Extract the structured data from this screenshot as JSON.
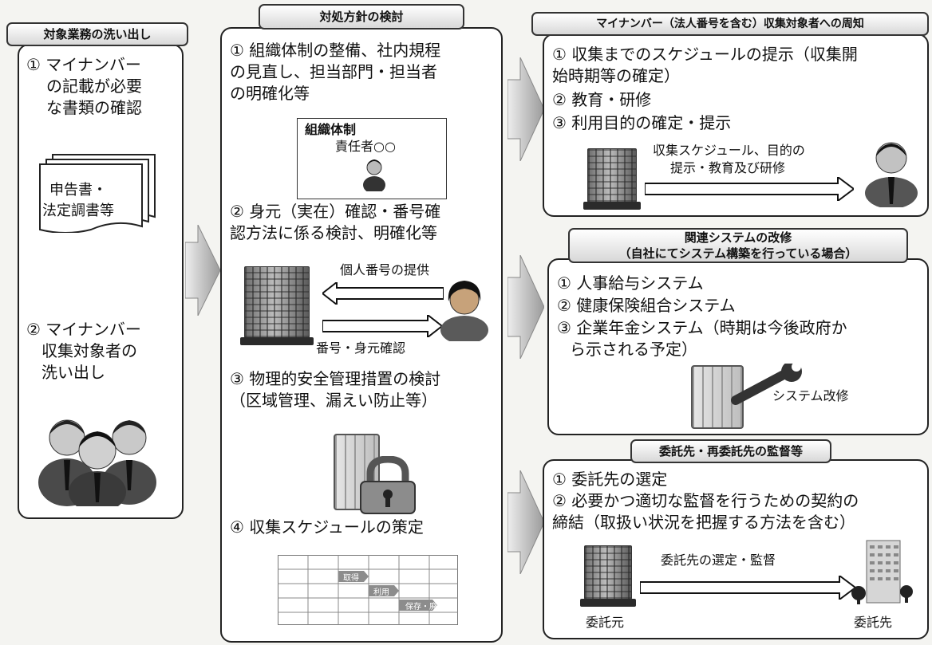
{
  "left": {
    "header": "対象業務の洗い出し",
    "item1": [
      "① マイナンバー",
      "の記載が必要",
      "な書類の確認"
    ],
    "doc_text": [
      "申告書・",
      "法定調書等"
    ],
    "item2": [
      "② マイナンバー",
      "収集対象者の",
      "洗い出し"
    ]
  },
  "middle": {
    "header": "対処方針の検討",
    "item1": [
      "① 組織体制の整備、社内規程",
      "の見直し、担当部門・担当者",
      "の明確化等"
    ],
    "org_title": "組織体制",
    "org_person": "責任者○○",
    "item2": [
      "② 身元（実在）確認・番号確",
      "認方法に係る検討、明確化等"
    ],
    "arrow_top_label": "個人番号の提供",
    "arrow_bottom_label": "番号・身元確認",
    "item3": [
      "③ 物理的安全管理措置の検討",
      "（区域管理、漏えい防止等）"
    ],
    "item4": "④ 収集スケジュールの策定",
    "schedule_labels": [
      "取得",
      "利用",
      "保存・廃棄"
    ]
  },
  "right_top": {
    "header": "マイナンバー（法人番号を含む）収集対象者への周知",
    "item1": [
      "① 収集までのスケジュールの提示（収集開",
      "始時期等の確定）"
    ],
    "item2": "② 教育・研修",
    "item3": "③ 利用目的の確定・提示",
    "arrow_label": [
      "収集スケジュール、目的の",
      "提示・教育及び研修"
    ]
  },
  "right_mid": {
    "header": [
      "関連システムの改修",
      "（自社にてシステム構築を行っている場合）"
    ],
    "item1": "① 人事給与システム",
    "item2": "② 健康保険組合システム",
    "item3": [
      "③ 企業年金システム（時期は今後政府か",
      "ら示される予定）"
    ],
    "system_label": "システム改修"
  },
  "right_bottom": {
    "header": "委託先・再委託先の監督等",
    "item1": "① 委託先の選定",
    "item2": [
      "② 必要かつ適切な監督を行うための契約の",
      "締結（取扱い状況を把握する方法を含む）"
    ],
    "arrow_label": "委託先の選定・監督",
    "from_label": "委託元",
    "to_label": "委託先"
  }
}
